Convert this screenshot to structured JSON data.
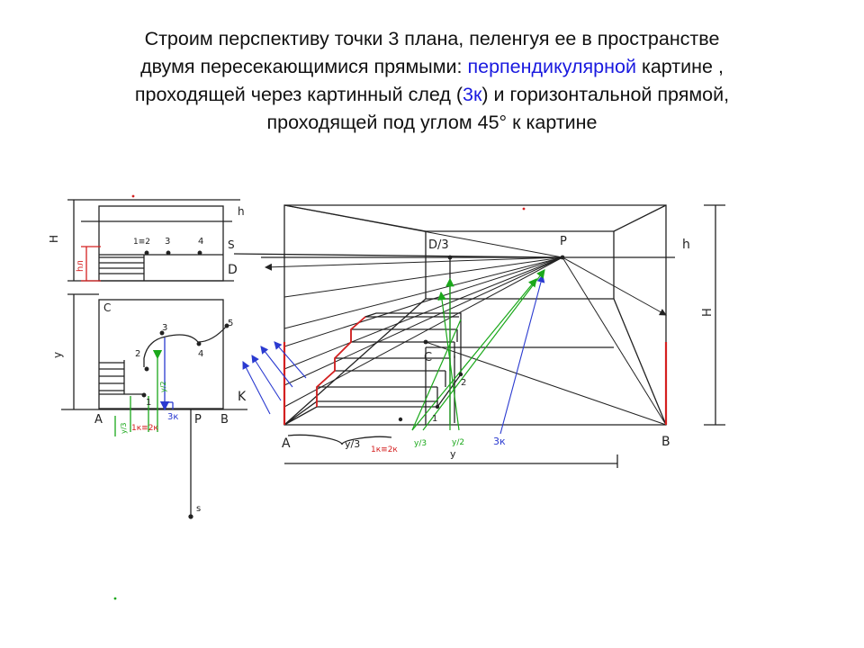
{
  "caption": {
    "line1": "Строим перспективу точки 3 плана, пеленгуя ее в пространстве",
    "line2_before": "двумя пересекающимися прямыми: ",
    "line2_highlight": "перпендикулярной",
    "line2_after": " картине ,",
    "line3_before": "проходящей через картинный след (",
    "line3_highlight": "3к",
    "line3_after": ") и горизонтальной прямой,",
    "line4": "проходящей под углом 45° к картине"
  },
  "colors": {
    "text": "#111111",
    "highlight": "#1a1adf",
    "red": "#d42020",
    "green": "#1aa81a",
    "blue": "#2a3ad0"
  },
  "left_drawing": {
    "h_label": "h",
    "H_label": "H",
    "hl_label": "hл",
    "s_label": "S",
    "D_label": "D",
    "y_label": "y",
    "C_label": "C",
    "pt1": "1",
    "pt2": "2",
    "pt3": "3",
    "pt4": "4",
    "pt5": "5",
    "pt12": "1≡2",
    "K_label": "K",
    "A_label": "A",
    "P_label": "P",
    "B_label": "B",
    "k3_label": "3к",
    "y2_label": "y/2",
    "y3_label": "y/3",
    "k12_label": "1к≡2к",
    "s_low": "s"
  },
  "right_drawing": {
    "D3_label": "D/3",
    "P_label": "P",
    "h_label": "h",
    "H_label": "H",
    "C_label": "C",
    "pt1": "1",
    "pt2": "2",
    "A_label": "A",
    "B_label": "B",
    "y3_label": "y/3",
    "k12_label": "1к≡2к",
    "y3b_label": "y/3",
    "y2_label": "y/2",
    "k3_label": "3к",
    "y_label": "y"
  }
}
